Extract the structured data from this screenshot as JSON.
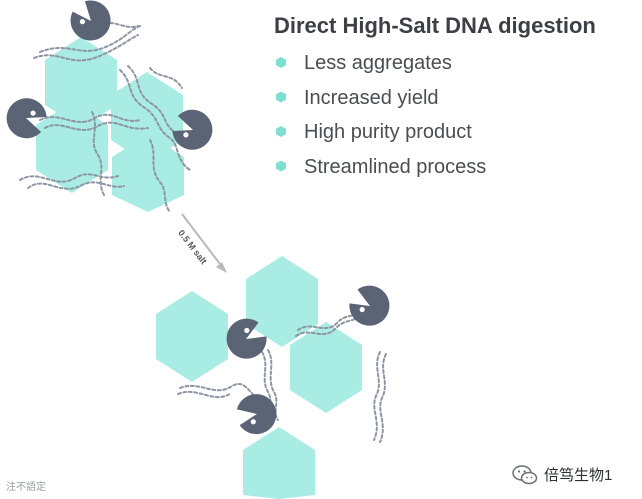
{
  "title": "Direct High-Salt DNA digestion",
  "benefits": [
    {
      "label": "Less aggregates"
    },
    {
      "label": "Increased yield"
    },
    {
      "label": "High purity product"
    },
    {
      "label": "Streamlined process"
    }
  ],
  "arrow_label": "0.5 M salt",
  "watermark_left": "注不語定",
  "watermark_right": "倍笃生物1",
  "colors": {
    "hexagon": "#a9ece3",
    "pacman": "#5b6474",
    "dna": "#8e95a3",
    "bullet": "#7fded1",
    "title": "#3d3f45"
  },
  "icons": [
    "pacman-nuclease-icon",
    "hexagon-protein-icon",
    "dna-strand-icon",
    "wechat-icon"
  ]
}
